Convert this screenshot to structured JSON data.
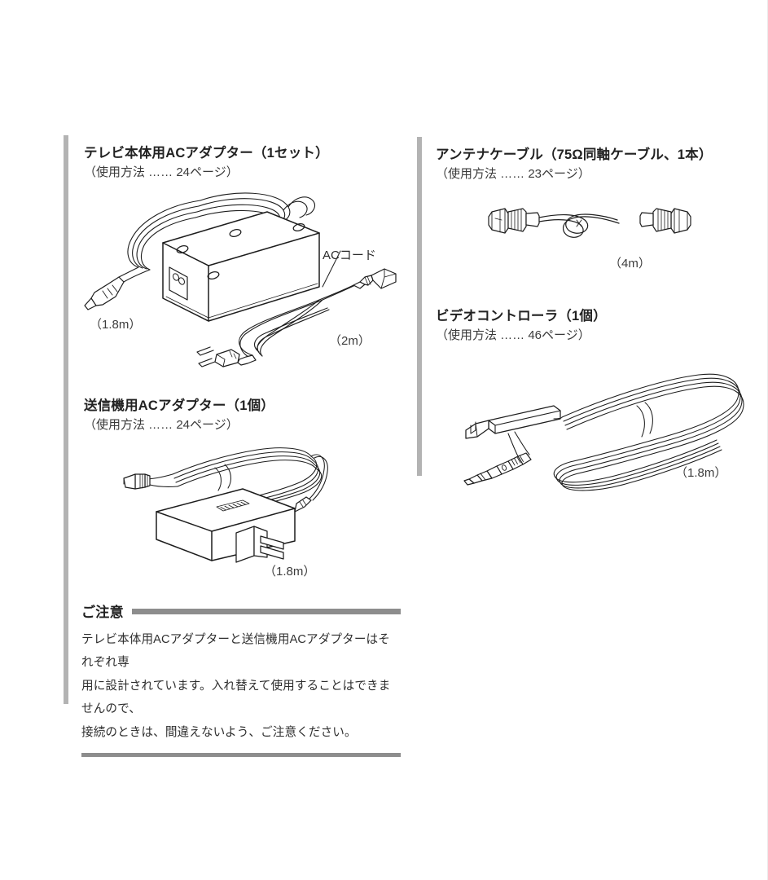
{
  "page": {
    "background": "#ffffff",
    "rule_color": "#b3b3b3"
  },
  "sections": [
    {
      "id": "tv-ac-adapter",
      "title": "テレビ本体用ACアダプター（1セット）",
      "subtitle": "（使用方法 …… 24ページ）",
      "labels": [
        {
          "name": "ac-cord-label",
          "text": "ACコード"
        },
        {
          "name": "adapter-cable-length",
          "text": "（1.8m）"
        },
        {
          "name": "ac-cord-length",
          "text": "（2m）"
        }
      ]
    },
    {
      "id": "transmitter-ac-adapter",
      "title": "送信機用ACアダプター（1個）",
      "subtitle": "（使用方法 …… 24ページ）",
      "labels": [
        {
          "name": "transmitter-cable-length",
          "text": "（1.8m）"
        }
      ]
    },
    {
      "id": "antenna-cable",
      "title": "アンテナケーブル（75Ω同軸ケーブル、1本）",
      "subtitle": "（使用方法 …… 23ページ）",
      "labels": [
        {
          "name": "antenna-cable-length",
          "text": "（4m）"
        }
      ]
    },
    {
      "id": "video-controller",
      "title": "ビデオコントローラ（1個）",
      "subtitle": "（使用方法 …… 46ページ）",
      "labels": [
        {
          "name": "video-controller-length",
          "text": "（1.8m）"
        }
      ]
    }
  ],
  "caution": {
    "title": "ご注意",
    "line1": "テレビ本体用ACアダプターと送信機用ACアダプターはそれぞれ専",
    "line2": "用に設計されています。入れ替えて使用することはできませんので、",
    "line3": "接続のときは、間違えないよう、ご注意ください。"
  }
}
